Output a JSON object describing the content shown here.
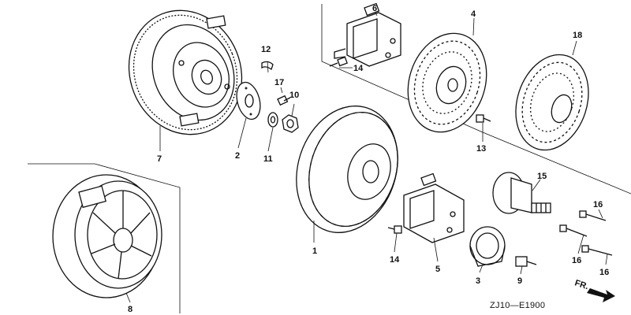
{
  "diagram": {
    "drawing_code": "ZJ10—E1900",
    "front_label": "FR.",
    "callouts": {
      "c1": "1",
      "c2": "2",
      "c3": "3",
      "c4": "4",
      "c5": "5",
      "c6": "6",
      "c7": "7",
      "c8": "8",
      "c9": "9",
      "c10": "10",
      "c11": "11",
      "c12": "12",
      "c13": "13",
      "c14a": "14",
      "c14b": "14",
      "c15": "15",
      "c16a": "16",
      "c16b": "16",
      "c16c": "16",
      "c17": "17",
      "c18": "18"
    }
  }
}
